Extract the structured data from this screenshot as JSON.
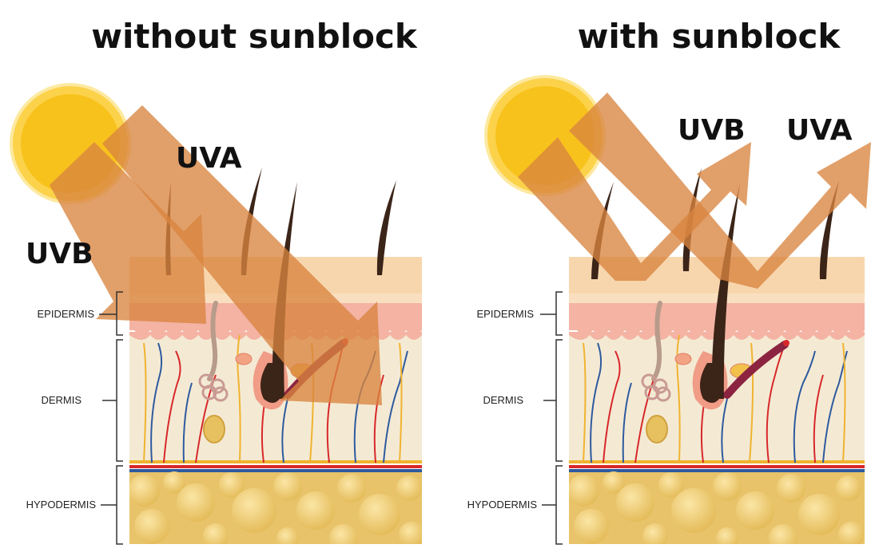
{
  "panels": [
    {
      "title": "without sunblock",
      "rays": {
        "uva": "UVA",
        "uvb": "UVB"
      },
      "layers": {
        "epidermis": "EPIDERMIS",
        "dermis": "DERMIS",
        "hypodermis": "HYPODERMIS"
      }
    },
    {
      "title": "with sunblock",
      "rays": {
        "uva": "UVA",
        "uvb": "UVB"
      },
      "layers": {
        "epidermis": "EPIDERMIS",
        "dermis": "DERMIS",
        "hypodermis": "HYPODERMIS"
      }
    }
  ],
  "colors": {
    "sun": "#f8c21c",
    "sun_rays": "#fde9a0",
    "ray_arrow": "#d9843f",
    "sunblock_layer": "#f8d3a6",
    "epidermis": "#f4b3a3",
    "dermis": "#f4ead4",
    "hypodermis": "#e8c36a",
    "hair": "#3b2418",
    "artery": "#d8282a",
    "vein": "#2e5a9e",
    "nerve": "#f0b330"
  }
}
